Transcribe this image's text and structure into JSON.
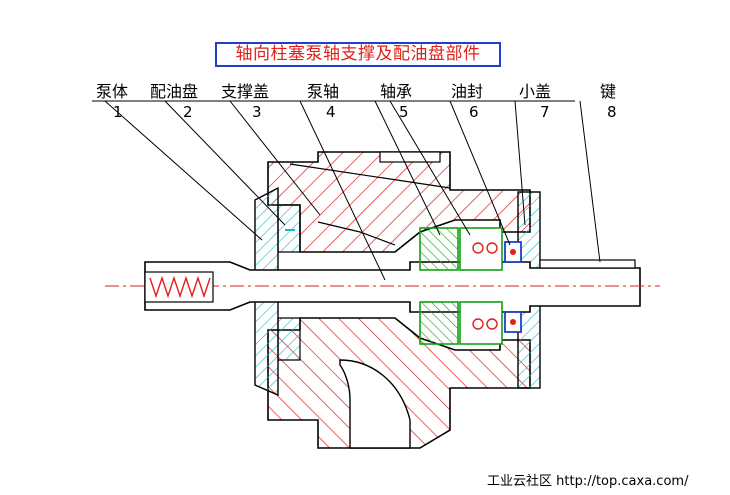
{
  "title": "轴向柱塞泵轴支撑及配油盘部件",
  "parts": [
    {
      "name": "泵体",
      "number": "1"
    },
    {
      "name": "配油盘",
      "number": "2"
    },
    {
      "name": "支撑盖",
      "number": "3"
    },
    {
      "name": "泵轴",
      "number": "4"
    },
    {
      "name": "轴承",
      "number": "5"
    },
    {
      "name": "油封",
      "number": "6"
    },
    {
      "name": "小盖",
      "number": "7"
    },
    {
      "name": "键",
      "number": "8"
    }
  ],
  "watermark": "工业云社区 http://top.caxa.com/",
  "colors": {
    "hatch_red": "#e0201a",
    "hatch_cyan": "#1fb8c8",
    "bearing_green": "#10a010",
    "seal_blue": "#1f3fcf",
    "title_border": "#1f3fcf"
  }
}
